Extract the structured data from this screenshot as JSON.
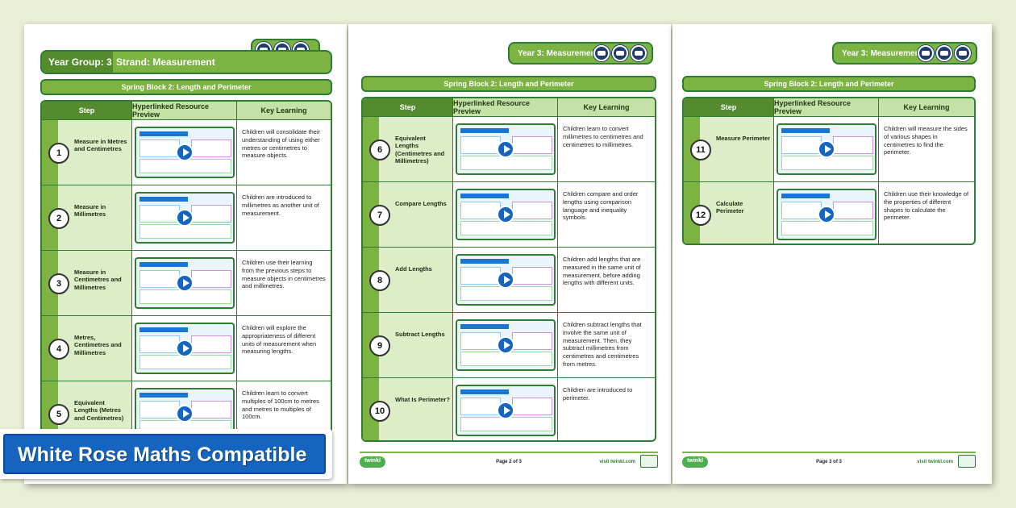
{
  "badge": "White Rose Maths Compatible",
  "page1": {
    "year_group": "Year Group: 3",
    "strand": "Strand: Measurement",
    "block": "Spring Block 2: Length and Perimeter",
    "headers": [
      "Step",
      "Hyperlinked Resource Preview",
      "Key Learning"
    ],
    "rows": [
      {
        "n": "1",
        "title": "Measure in Metres and Centimetres",
        "text": "Children will consolidate their understanding of using either metres or centimetres to measure objects."
      },
      {
        "n": "2",
        "title": "Measure in Millimetres",
        "text": "Children are introduced to millimetres as another unit of measurement."
      },
      {
        "n": "3",
        "title": "Measure in Centimetres and Millimetres",
        "text": "Children use their learning from the previous steps to measure objects in centimetres and millimetres."
      },
      {
        "n": "4",
        "title": "Metres, Centimetres and Millimetres",
        "text": "Children will explore the appropriateness of different units of measurement when measuring lengths."
      },
      {
        "n": "5",
        "title": "Equivalent Lengths (Metres and Centimetres)",
        "text": "Children learn to convert multiples of 100cm to metres and metres to multiples of 100cm."
      }
    ]
  },
  "page2": {
    "tag": "Year 3: Measurement",
    "block": "Spring Block 2: Length and Perimeter",
    "headers": [
      "Step",
      "Hyperlinked Resource Preview",
      "Key Learning"
    ],
    "rows": [
      {
        "n": "6",
        "title": "Equivalent Lengths (Centimetres and Millimetres)",
        "text": "Children learn to convert millimetres to centimetres and centimetres to millimetres."
      },
      {
        "n": "7",
        "title": "Compare Lengths",
        "text": "Children compare and order lengths using comparison language and inequality symbols."
      },
      {
        "n": "8",
        "title": "Add Lengths",
        "text": "Children add lengths that are measured in the same unit of measurement, before adding lengths with different units."
      },
      {
        "n": "9",
        "title": "Subtract Lengths",
        "text": "Children subtract lengths that involve the same unit of measurement. Then, they subtract millimetres from centimetres and centimetres from metres."
      },
      {
        "n": "10",
        "title": "What Is Perimeter?",
        "text": "Children are introduced to perimeter."
      }
    ],
    "footer_page": "Page 2 of 3",
    "footer_site": "visit twinkl.com",
    "logo": "twinkl"
  },
  "page3": {
    "tag": "Year 3: Measurement",
    "block": "Spring Block 2: Length and Perimeter",
    "headers": [
      "Step",
      "Hyperlinked Resource Preview",
      "Key Learning"
    ],
    "rows": [
      {
        "n": "11",
        "title": "Measure Perimeter",
        "text": "Children will measure the sides of various shapes in centimetres to find the perimeter."
      },
      {
        "n": "12",
        "title": "Calculate Perimeter",
        "text": "Children use their knowledge of the properties of different shapes to calculate the perimeter."
      }
    ],
    "footer_page": "Page 3 of 3",
    "footer_site": "visit twinkl.com",
    "logo": "twinkl"
  }
}
